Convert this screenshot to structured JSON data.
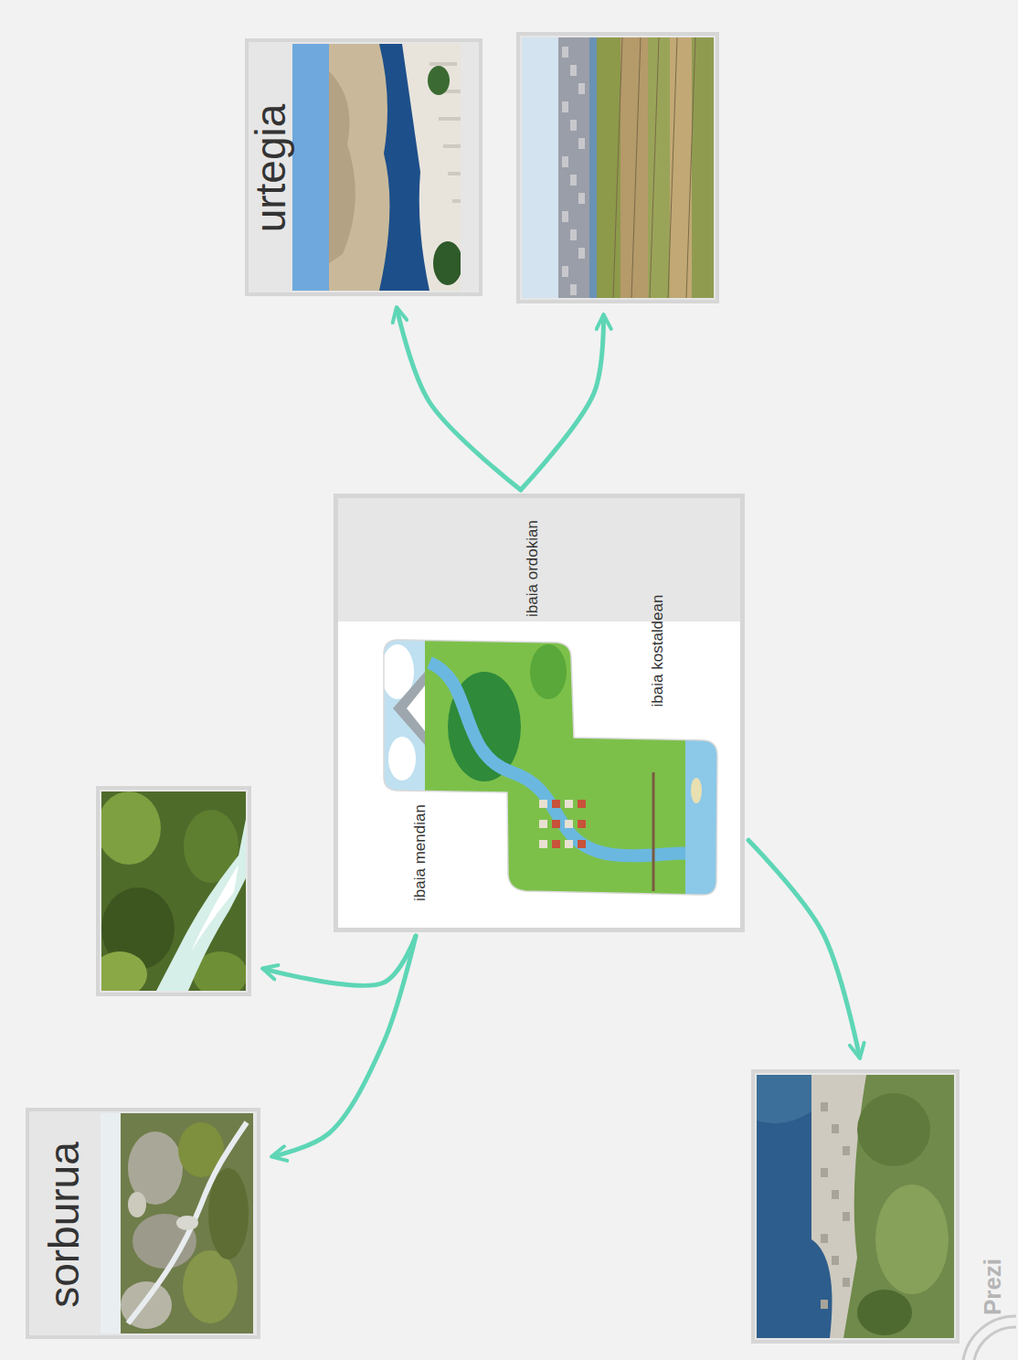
{
  "diagram": {
    "nodes": [
      {
        "text": [
          "ibaia mendian",
          "ibaia ordokian",
          "ibaia kostaldean"
        ]
      },
      {
        "text": [
          "sorburua"
        ]
      },
      {
        "text": []
      },
      {
        "text": [
          "urtegia"
        ]
      },
      {
        "text": []
      },
      {
        "text": []
      }
    ],
    "edges": [
      {
        "from": 0,
        "to": 1,
        "arrow": "to"
      },
      {
        "from": 0,
        "to": 2,
        "arrow": "to"
      },
      {
        "from": 0,
        "to": 3,
        "arrow": "to"
      },
      {
        "from": 0,
        "to": 4,
        "arrow": "to"
      },
      {
        "from": 0,
        "to": 5,
        "arrow": "to"
      }
    ],
    "labels": [
      "Prezi"
    ]
  }
}
